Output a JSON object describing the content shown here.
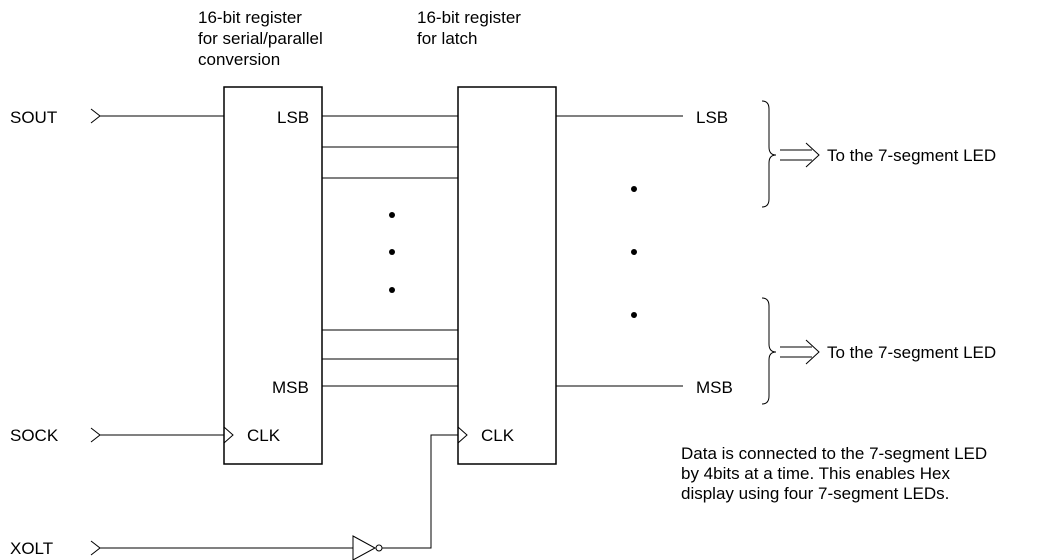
{
  "register1": {
    "title_lines": [
      "16-bit register",
      "for serial/parallel",
      "conversion"
    ],
    "lsb": "LSB",
    "msb": "MSB",
    "clk": "CLK"
  },
  "register2": {
    "title_lines": [
      "16-bit register",
      "for latch"
    ],
    "clk": "CLK"
  },
  "inputs": {
    "sout": "SOUT",
    "sock": "SOCK",
    "xolt": "XOLT"
  },
  "outputs": {
    "lsb": "LSB",
    "msb": "MSB",
    "led_upper": "To the 7-segment LED",
    "led_lower": "To the 7-segment LED"
  },
  "note_lines": [
    "Data is connected to the 7-segment LED",
    "by 4bits at a time. This enables Hex",
    "display using four 7-segment LEDs."
  ]
}
